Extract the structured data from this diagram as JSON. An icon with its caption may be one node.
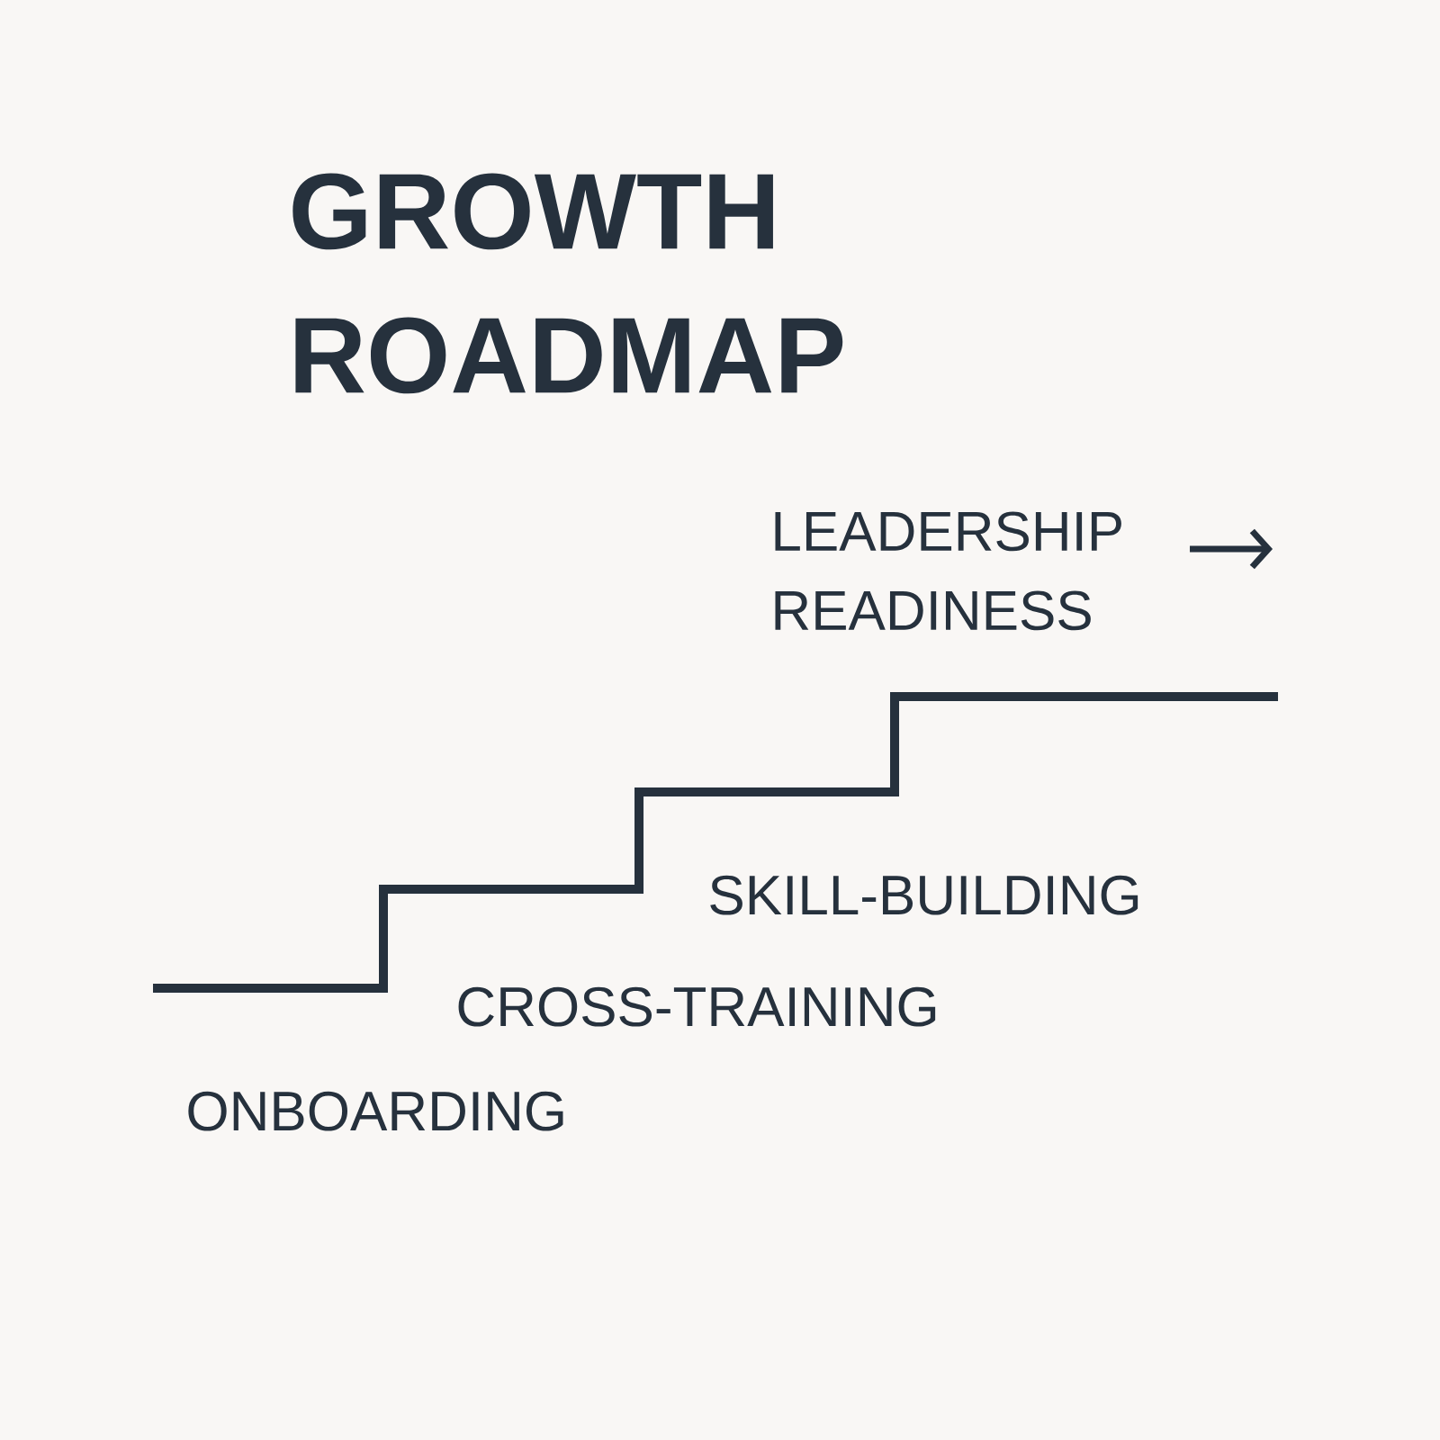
{
  "diagram": {
    "title": "GROWTH ROADMAP",
    "labels": [
      "LEADERSHIP READINESS",
      "SKILL-BUILDING",
      "CROSS-TRAINING",
      "ONBOARDING"
    ]
  }
}
